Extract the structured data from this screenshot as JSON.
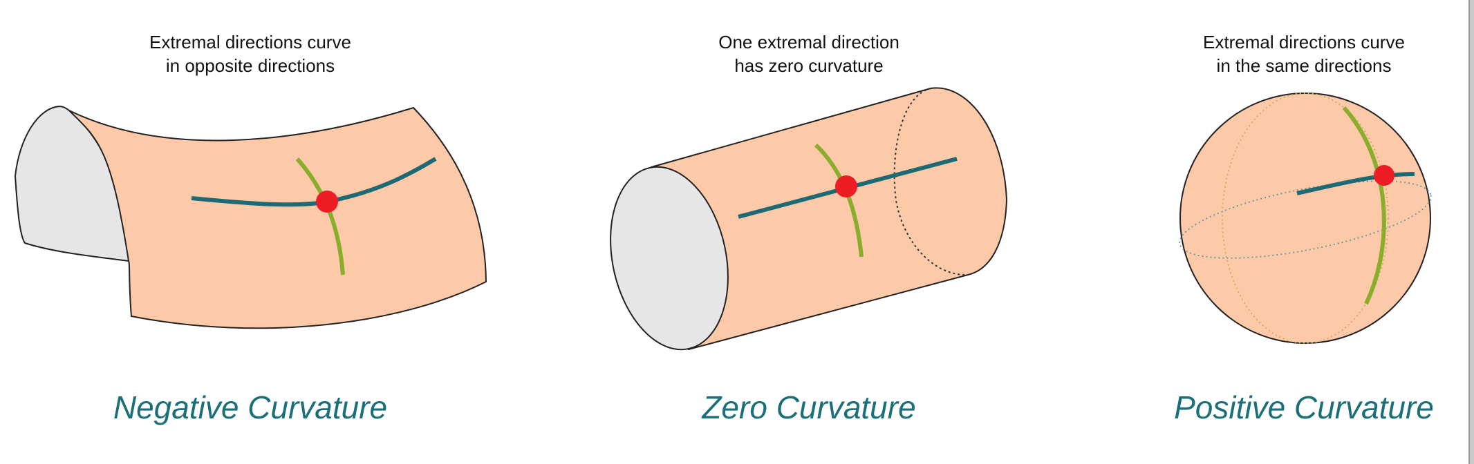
{
  "panels": [
    {
      "caption": [
        "Extremal directions curve",
        "in opposite directions"
      ],
      "title": "Negative Curvature",
      "shape": "saddle"
    },
    {
      "caption": [
        "One extremal direction",
        "has zero curvature"
      ],
      "title": "Zero Curvature",
      "shape": "cylinder"
    },
    {
      "caption": [
        "Extremal directions curve",
        "in the same directions"
      ],
      "title": "Positive Curvature",
      "shape": "sphere"
    }
  ],
  "colors": {
    "surface": "#fccaa8",
    "end_cap": "#e6e6e6",
    "outline": "#222222",
    "principal_curve_1": "#1e6a74",
    "principal_curve_2": "#8aad2c",
    "point": "#ee1c24",
    "title": "#1b6f78",
    "sphere_dotted_vertical": "#c8b060",
    "sphere_dotted_horizontal": "#6a9aa0"
  }
}
